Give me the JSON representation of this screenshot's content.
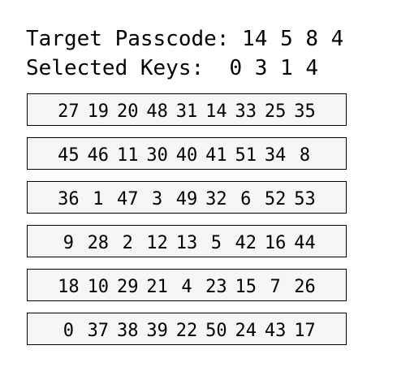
{
  "header": {
    "target_label": "Target Passcode:",
    "target_code": "14 5 8 4",
    "selected_label": "Selected Keys:",
    "selected_code": "0 3 1 4"
  },
  "keypad": {
    "rows": [
      [
        "27",
        "19",
        "20",
        "48",
        "31",
        "14",
        "33",
        "25",
        "35"
      ],
      [
        "45",
        "46",
        "11",
        "30",
        "40",
        "41",
        "51",
        "34",
        "8"
      ],
      [
        "36",
        "1",
        "47",
        "3",
        "49",
        "32",
        "6",
        "52",
        "53"
      ],
      [
        "9",
        "28",
        "2",
        "12",
        "13",
        "5",
        "42",
        "16",
        "44"
      ],
      [
        "18",
        "10",
        "29",
        "21",
        "4",
        "23",
        "15",
        "7",
        "26"
      ],
      [
        "0",
        "37",
        "38",
        "39",
        "22",
        "50",
        "24",
        "43",
        "17"
      ]
    ]
  }
}
